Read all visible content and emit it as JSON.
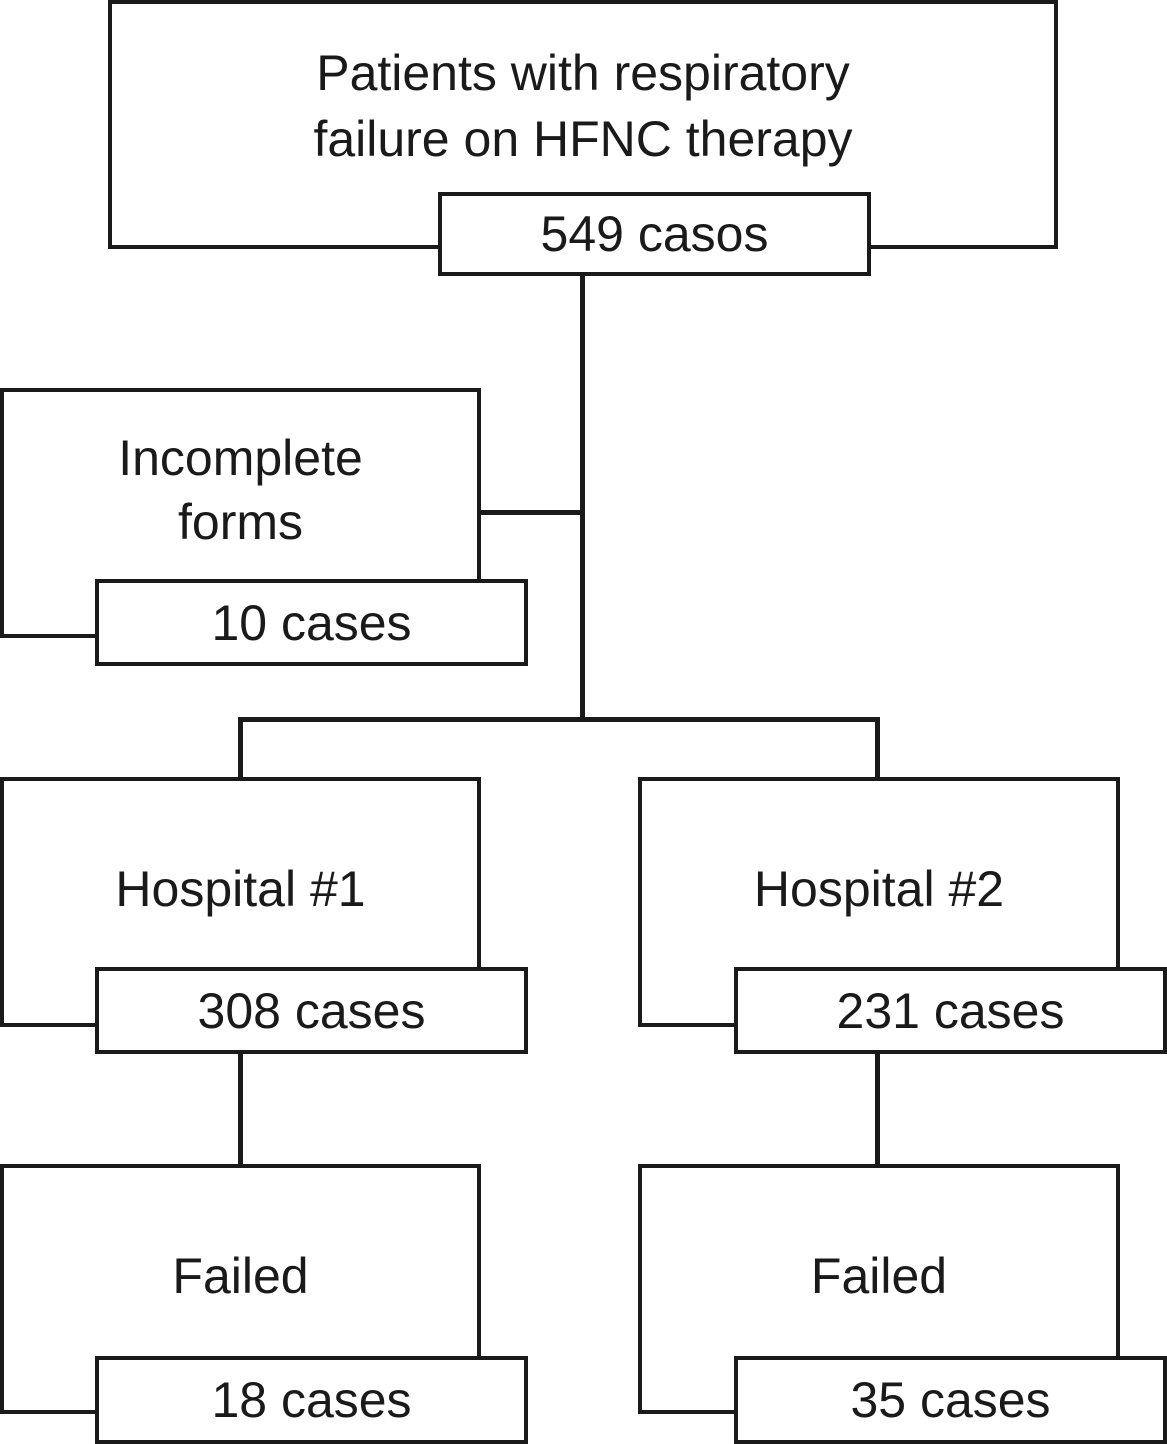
{
  "root": {
    "title_line1": "Patients with respiratory",
    "title_line2": "failure on HFNC therapy",
    "count": "549 casos"
  },
  "excluded": {
    "title_line1": "Incomplete",
    "title_line2": "forms",
    "count": "10 cases"
  },
  "hospitals": [
    {
      "title": "Hospital #1",
      "count": "308 cases",
      "failed": {
        "title": "Failed",
        "count": "18 cases"
      }
    },
    {
      "title": "Hospital #2",
      "count": "231 cases",
      "failed": {
        "title": "Failed",
        "count": "35 cases"
      }
    }
  ],
  "colors": {
    "stroke": "#1a1a1a",
    "background": "#ffffff"
  }
}
